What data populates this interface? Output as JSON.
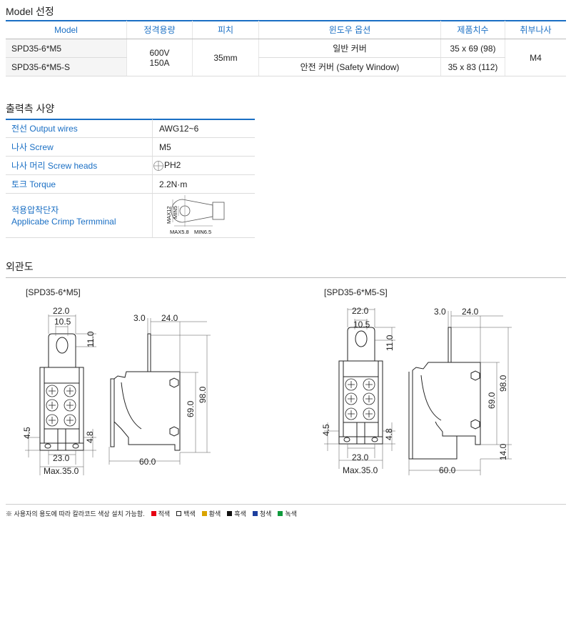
{
  "model_section": {
    "title": "Model 선정",
    "headers": [
      "Model",
      "정격용량",
      "피치",
      "윈도우 옵션",
      "제품치수",
      "취부나사"
    ],
    "rows": [
      {
        "model": "SPD35-6*M5",
        "window": "일반 커버",
        "size": "35 x 69 (98)"
      },
      {
        "model": "SPD35-6*M5-S",
        "window": "안전 커버 (Safety Window)",
        "size": "35 x 83 (112)"
      }
    ],
    "rating_v": "600V",
    "rating_a": "150A",
    "pitch": "35mm",
    "screw": "M4"
  },
  "output_section": {
    "title": "출력측 사양",
    "rows": [
      {
        "key": "전선 Output wires",
        "value": "AWG12~6"
      },
      {
        "key": "나사 Screw",
        "value": "M5"
      },
      {
        "key": "나사 머리 Screw heads",
        "value": "PH2",
        "icon": "phillips-head-icon"
      },
      {
        "key": "토크 Torque",
        "value": "2.2N·m"
      }
    ],
    "crimp": {
      "key_ko": "적용압착단자",
      "key_en": "Applicabe Crimp Termminal",
      "dim_max12": "MAX12",
      "dim_min5": "MIN5",
      "dim_max58": "MAX5.8",
      "dim_min65": "MIN6.5"
    }
  },
  "appearance_section": {
    "title": "외관도",
    "drawings": [
      {
        "label": "[SPD35-6*M5]",
        "dims": {
          "w22": "22.0",
          "w105": "10.5",
          "h11": "11.0",
          "h45": "4.5",
          "h48": "4.8",
          "w23": "23.0",
          "max35": "Max.35.0",
          "t3": "3.0",
          "d24": "24.0",
          "h69": "69.0",
          "h98": "98.0",
          "d60": "60.0"
        }
      },
      {
        "label": "[SPD35-6*M5-S]",
        "dims": {
          "w22": "22.0",
          "w105": "10.5",
          "h11": "11.0",
          "h45": "4.5",
          "h48": "4.8",
          "w23": "23.0",
          "max35": "Max.35.0",
          "t3": "3.0",
          "d24": "24.0",
          "h69": "69.0",
          "h98": "98.0",
          "d60": "60.0",
          "h14": "14.0"
        }
      }
    ]
  },
  "footnote": {
    "text": "※ 사용자의 용도에 따라 칼라코드 색상 설치 가능함.",
    "colors": [
      {
        "name": "적색",
        "hex": "#e60012"
      },
      {
        "name": "백색",
        "hex": "#ffffff"
      },
      {
        "name": "황색",
        "hex": "#d9a400"
      },
      {
        "name": "흑색",
        "hex": "#111111"
      },
      {
        "name": "청색",
        "hex": "#1d3f9e"
      },
      {
        "name": "녹색",
        "hex": "#0f9a3c"
      }
    ]
  },
  "colors": {
    "accent": "#1a6fc4"
  }
}
